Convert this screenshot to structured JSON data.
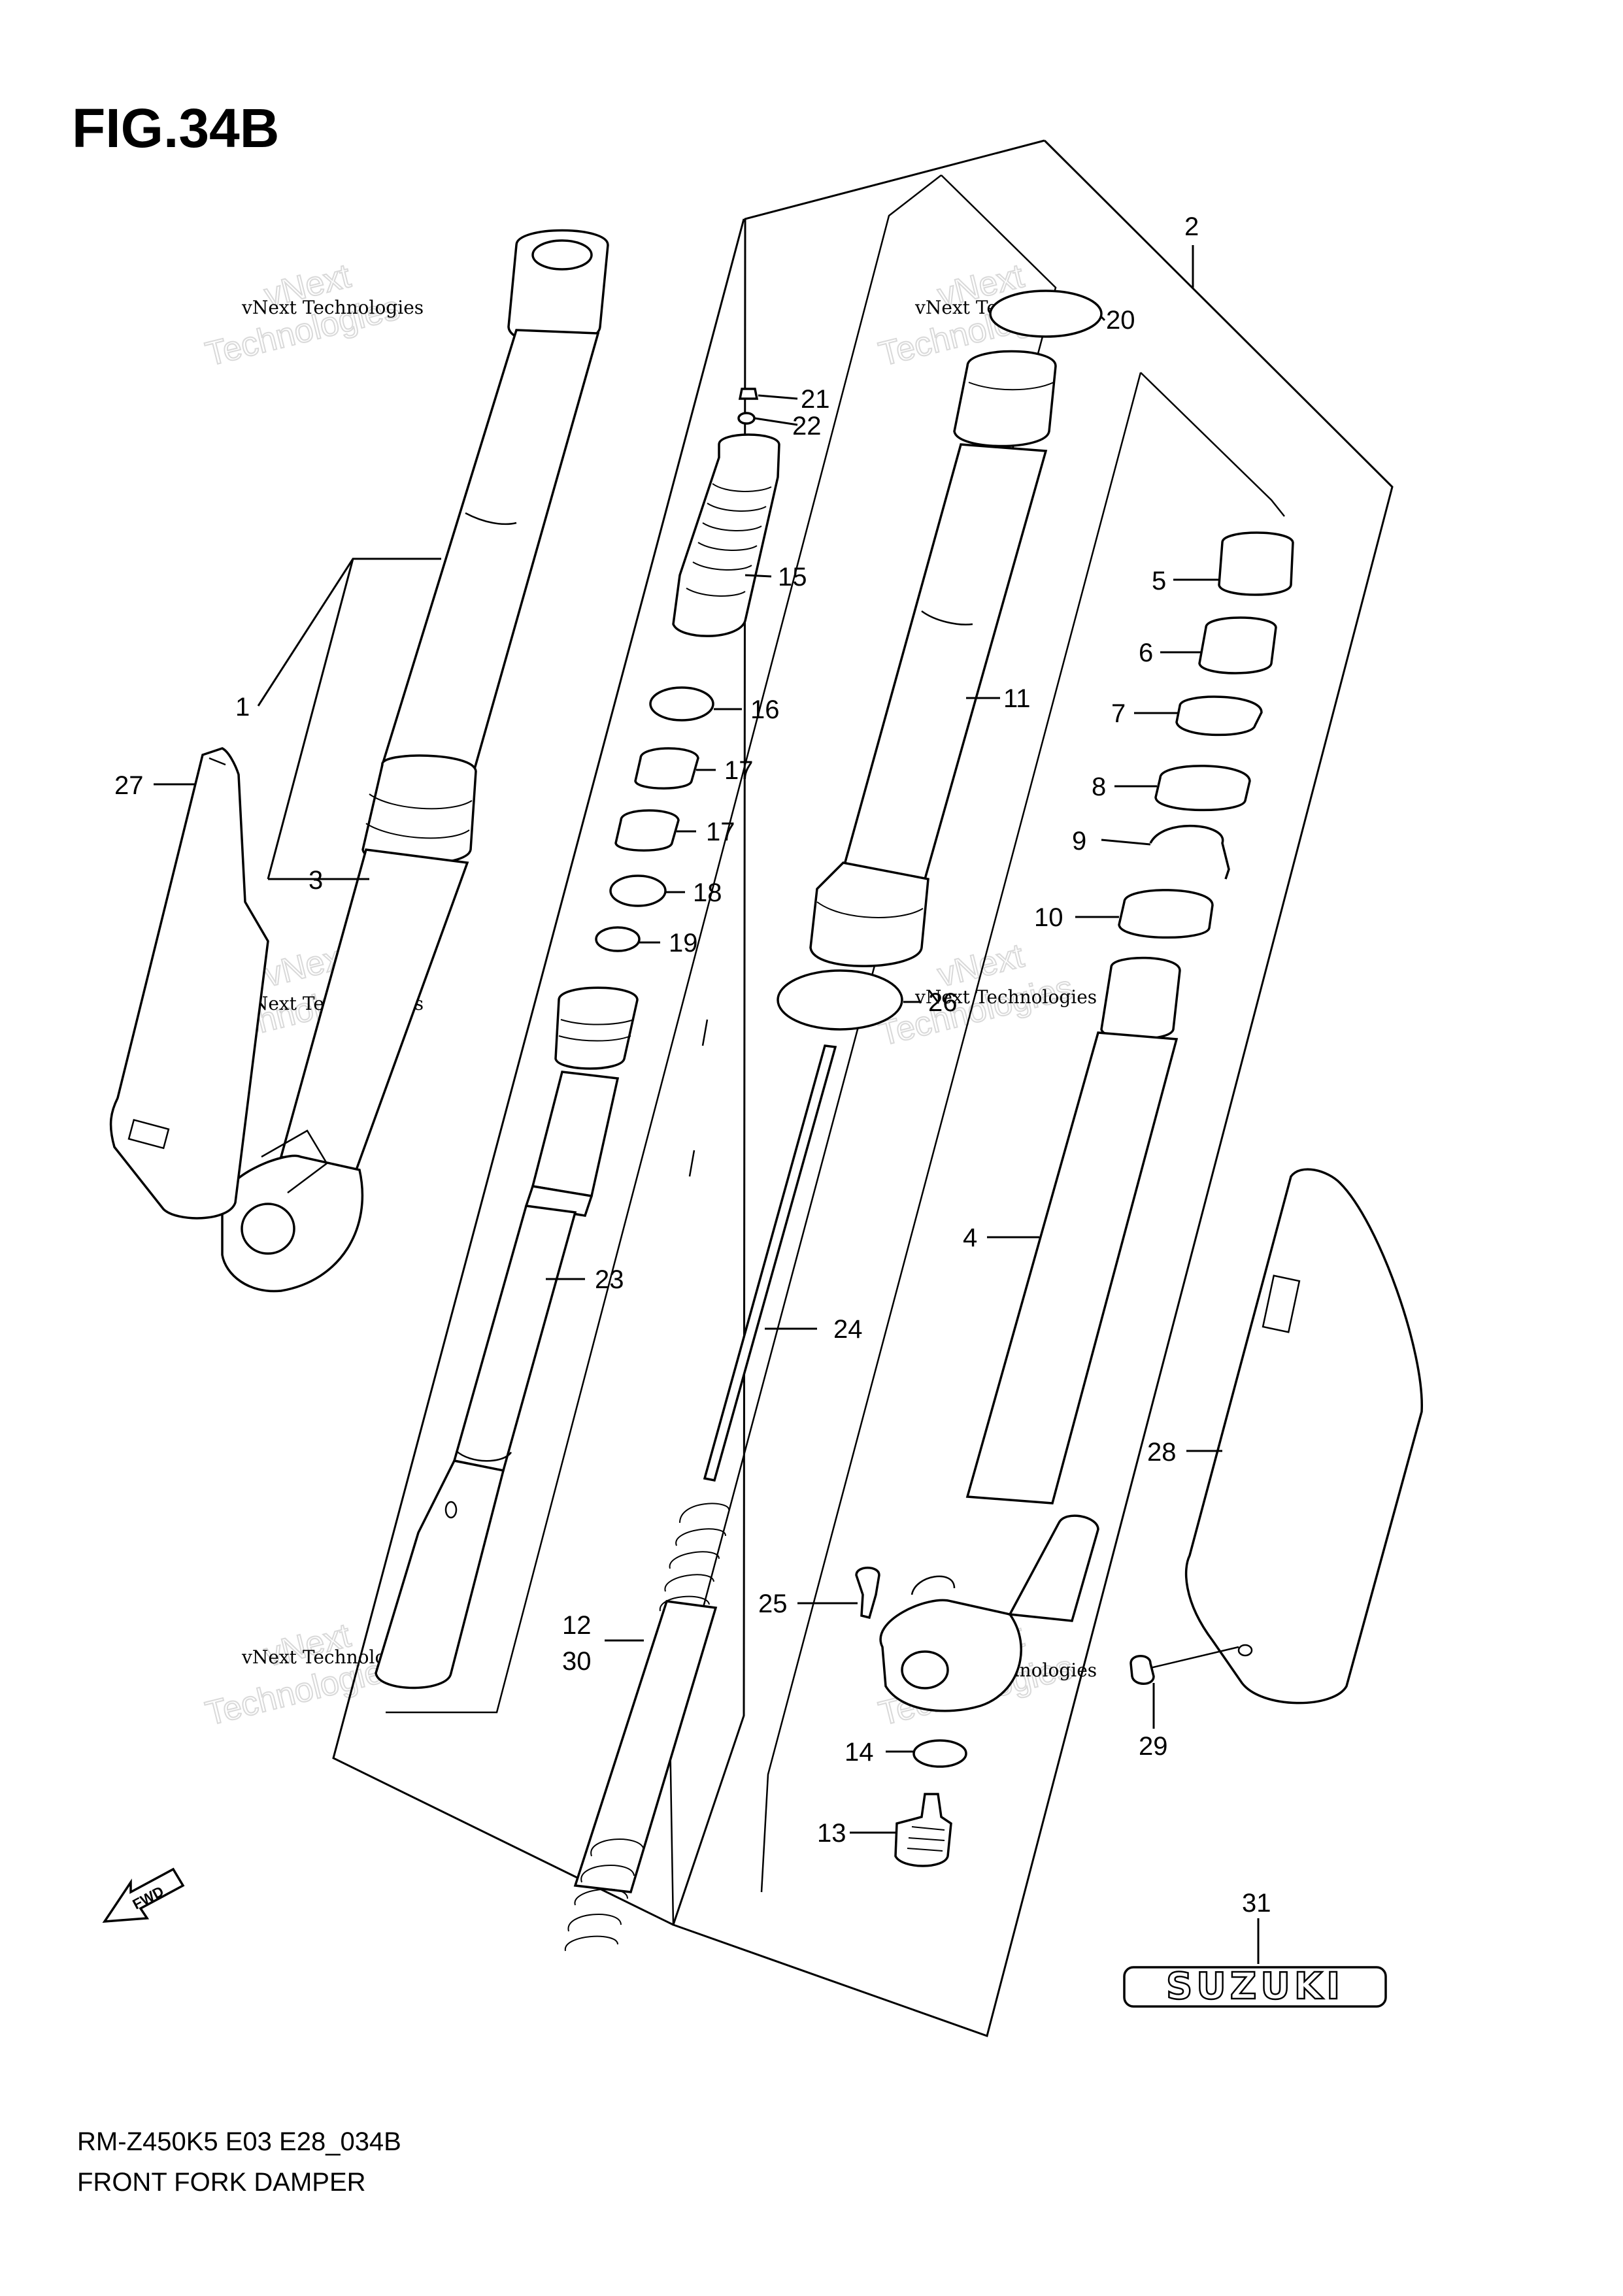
{
  "figure": {
    "title": "FIG.34B",
    "model_code": "RM-Z450K5 E03 E28_034B",
    "caption": "FRONT FORK DAMPER"
  },
  "watermark": {
    "line1": "vNext Technologies",
    "line2": "vNext",
    "line3": "Technologies"
  },
  "fwd_label": "FWD",
  "brand_logo": "SUZUKI",
  "callouts": [
    {
      "id": "1",
      "label": "1"
    },
    {
      "id": "2",
      "label": "2"
    },
    {
      "id": "3",
      "label": "3"
    },
    {
      "id": "4",
      "label": "4"
    },
    {
      "id": "5",
      "label": "5"
    },
    {
      "id": "6",
      "label": "6"
    },
    {
      "id": "7",
      "label": "7"
    },
    {
      "id": "8",
      "label": "8"
    },
    {
      "id": "9",
      "label": "9"
    },
    {
      "id": "10",
      "label": "10"
    },
    {
      "id": "11",
      "label": "11"
    },
    {
      "id": "12",
      "label": "12"
    },
    {
      "id": "30",
      "label": "30"
    },
    {
      "id": "13",
      "label": "13"
    },
    {
      "id": "14",
      "label": "14"
    },
    {
      "id": "15",
      "label": "15"
    },
    {
      "id": "16",
      "label": "16"
    },
    {
      "id": "17a",
      "label": "17"
    },
    {
      "id": "17b",
      "label": "17"
    },
    {
      "id": "18",
      "label": "18"
    },
    {
      "id": "19",
      "label": "19"
    },
    {
      "id": "20",
      "label": "20"
    },
    {
      "id": "21",
      "label": "21"
    },
    {
      "id": "22",
      "label": "22"
    },
    {
      "id": "23",
      "label": "23"
    },
    {
      "id": "24",
      "label": "24"
    },
    {
      "id": "25",
      "label": "25"
    },
    {
      "id": "26",
      "label": "26"
    },
    {
      "id": "27",
      "label": "27"
    },
    {
      "id": "28",
      "label": "28"
    },
    {
      "id": "29",
      "label": "29"
    },
    {
      "id": "31",
      "label": "31"
    }
  ]
}
